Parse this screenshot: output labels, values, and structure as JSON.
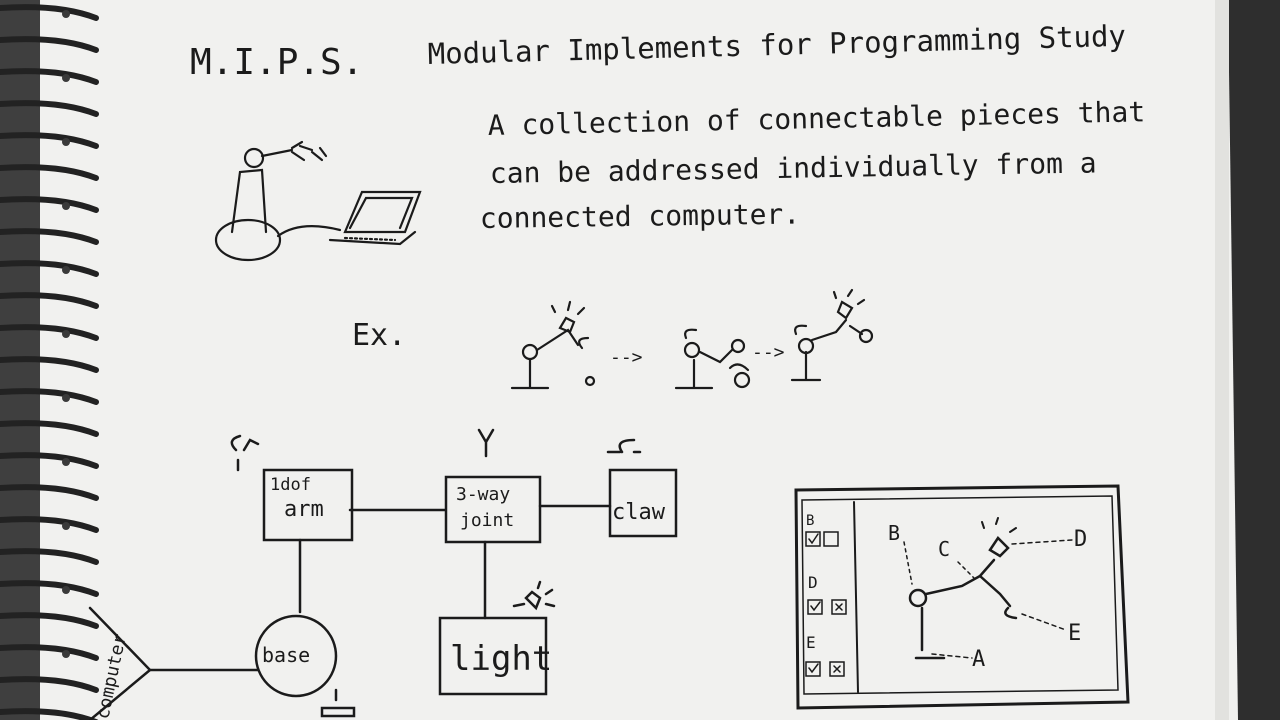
{
  "title": {
    "acronym": "M.I.P.S.",
    "full_name": "Modular Implements for Programming Study"
  },
  "description": {
    "line1": "A collection of connectable pieces that",
    "line2": "can be addressed individually from a",
    "line3": "connected computer."
  },
  "example": {
    "label": "Ex.",
    "arrow1": "-->",
    "arrow2": "-->"
  },
  "diagram": {
    "arm": [
      "1dof",
      "arm"
    ],
    "joint": [
      "3-way",
      "joint"
    ],
    "claw": "claw",
    "base": "base",
    "light": "light",
    "computer": "computer"
  },
  "ui_sketch": {
    "panel_b": "B",
    "panel_d": "D",
    "panel_e": "E",
    "label_b": "B",
    "label_c": "C",
    "label_d": "D",
    "label_e": "E",
    "label_a": "A"
  },
  "colors": {
    "paper": "#f1f1ef",
    "ink": "#1b1b1b",
    "spiral": "#2a2a2a",
    "background": "#4a4a4a"
  }
}
